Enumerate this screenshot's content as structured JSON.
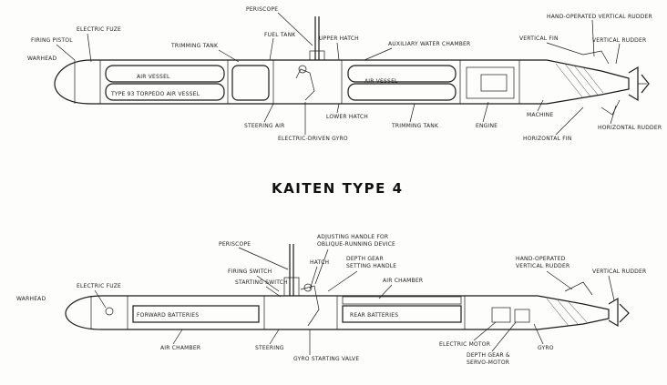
{
  "title": "KAITEN TYPE 4",
  "top_diagram": {
    "labels": {
      "periscope": "PERISCOPE",
      "electric_fuze": "ELECTRIC FUZE",
      "firing_pistol": "FIRING PISTOL",
      "warhead": "WARHEAD",
      "fuel_tank": "FUEL TANK",
      "trimming_tank_top": "TRIMMING TANK",
      "upper_hatch": "UPPER HATCH",
      "auxiliary_water_chamber": "AUXILIARY WATER CHAMBER",
      "vertical_fin": "VERTICAL FIN",
      "hand_operated_vertical_rudder": "HAND-OPERATED VERTICAL RUDDER",
      "vertical_rudder": "VERTICAL RUDDER",
      "air_vessel_1": "AIR VESSEL",
      "torpedo_air_vessel": "TYPE 93 TORPEDO AIR VESSEL",
      "air_vessel_2": "AIR VESSEL",
      "steering_air": "STEERING AIR",
      "lower_hatch": "LOWER HATCH",
      "trimming_tank_bottom": "TRIMMING TANK",
      "engine": "ENGINE",
      "machine": "MACHINE",
      "electric_driven_gyro": "ELECTRIC-DRIVEN GYRO",
      "horizontal_fin": "HORIZONTAL FIN",
      "horizontal_rudder": "HORIZONTAL RUDDER"
    }
  },
  "bottom_diagram": {
    "labels": {
      "periscope": "PERISCOPE",
      "adjusting_handle": "ADJUSTING HANDLE FOR OBLIQUE-RUNNING DEVICE",
      "hatch": "HATCH",
      "depth_gear_setting_handle": "DEPTH GEAR SETTING HANDLE",
      "firing_switch": "FIRING SWITCH",
      "starting_switch": "STARTING SWITCH",
      "air_chamber_top": "AIR CHAMBER",
      "hand_operated_vertical_rudder": "HAND-OPERATED VERTICAL RUDDER",
      "vertical_rudder": "VERTICAL RUDDER",
      "warhead": "WARHEAD",
      "electric_fuze": "ELECTRIC FUZE",
      "forward_batteries": "FORWARD BATTERIES",
      "rear_batteries": "REAR BATTERIES",
      "air_chamber_bottom": "AIR CHAMBER",
      "steering": "STEERING",
      "gyro_starting_valve": "GYRO STARTING VALVE",
      "electric_motor": "ELECTRIC MOTOR",
      "depth_gear_servo": "DEPTH GEAR & SERVO-MOTOR",
      "gyro": "GYRO"
    }
  }
}
